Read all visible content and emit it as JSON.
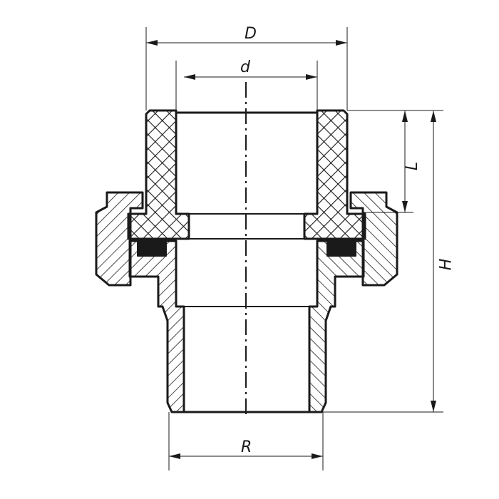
{
  "dimensions": {
    "outer_diameter": "D",
    "inner_diameter": "d",
    "socket_length": "L",
    "height": "H",
    "thread": "R"
  },
  "colors": {
    "line": "#1a1a1a",
    "background": "#ffffff"
  }
}
